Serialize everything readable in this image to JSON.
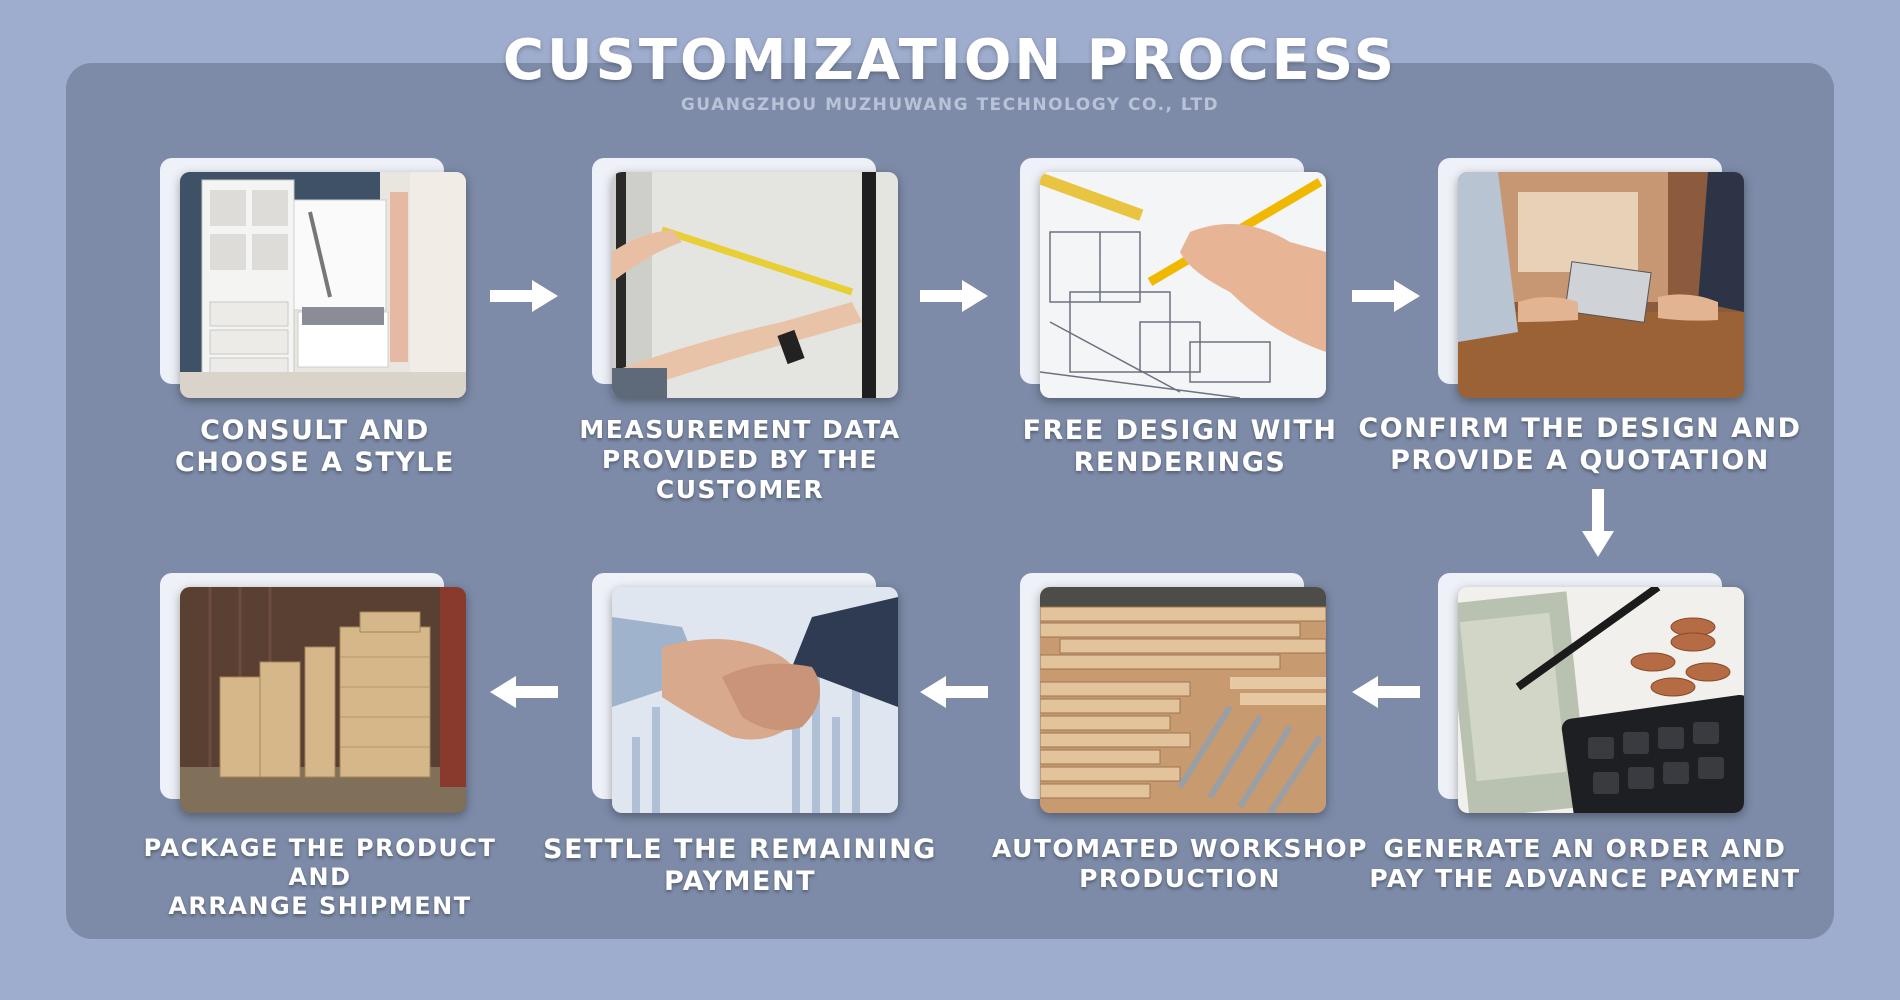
{
  "header": {
    "title": "CUSTOMIZATION PROCESS",
    "subtitle": "GUANGZHOU MUZHUWANG TECHNOLOGY CO., LTD"
  },
  "steps": [
    {
      "line1": "CONSULT AND",
      "line2": "CHOOSE A STYLE",
      "image": "wall-bed-room-photo"
    },
    {
      "line1": "MEASUREMENT DATA",
      "line2": "PROVIDED BY THE CUSTOMER",
      "image": "tape-measure-photo"
    },
    {
      "line1": "FREE DESIGN WITH",
      "line2": "RENDERINGS",
      "image": "drawing-plans-photo"
    },
    {
      "line1": "CONFIRM THE DESIGN AND",
      "line2": "PROVIDE A QUOTATION",
      "image": "business-meeting-tablet-photo"
    },
    {
      "line1": "GENERATE AN ORDER AND",
      "line2": "PAY THE ADVANCE PAYMENT",
      "image": "money-calculator-photo"
    },
    {
      "line1": "AUTOMATED WORKSHOP",
      "line2": "PRODUCTION",
      "image": "wood-panels-workshop-photo"
    },
    {
      "line1": "SETTLE THE REMAINING",
      "line2": "PAYMENT",
      "image": "handshake-photo"
    },
    {
      "line1": "PACKAGE THE PRODUCT AND",
      "line2": "ARRANGE SHIPMENT",
      "image": "packed-boxes-container-photo"
    }
  ],
  "colors": {
    "background": "#9eaccd",
    "panel": "#7d8ba8",
    "card_back": "#eef1f7",
    "text": "#ffffff",
    "subtitle": "#b9c3d8"
  },
  "icons": [
    "arrow-right-icon",
    "arrow-down-icon",
    "arrow-left-icon"
  ]
}
